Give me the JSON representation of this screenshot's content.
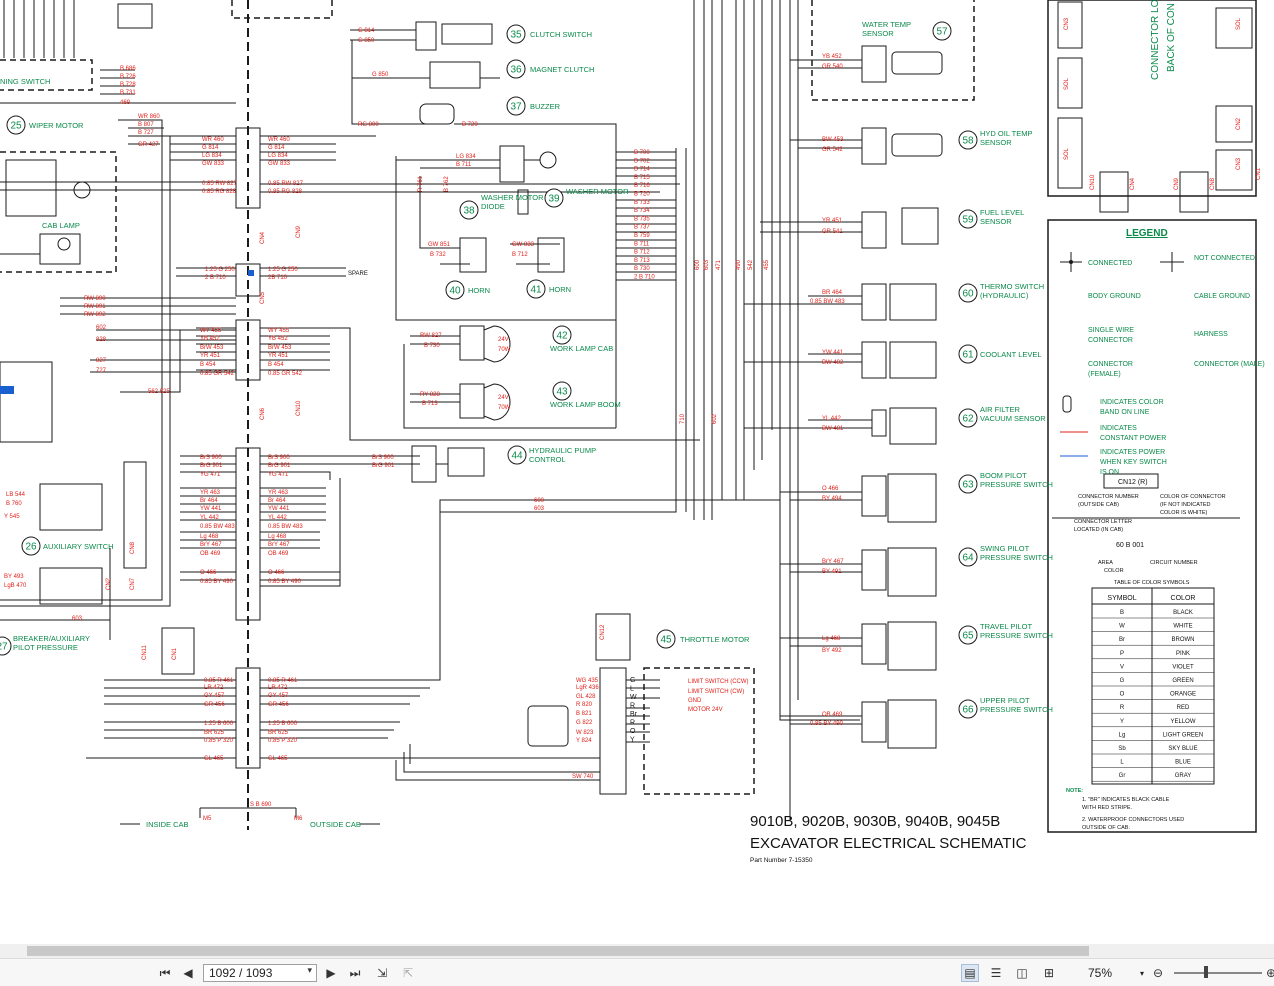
{
  "document": {
    "title_line1": "9010B, 9020B, 9030B, 9040B, 9045B",
    "title_line2": "EXCAVATOR ELECTRICAL SCHEMATIC",
    "part_number": "Part Number 7-15350",
    "inside_cab": "INSIDE CAB",
    "outside_cab": "OUTSIDE CAB",
    "connector_location": "CONNECTOR LO",
    "back_of_con": "BACK OF CON"
  },
  "components": [
    {
      "num": "35",
      "name": "CLUTCH SWITCH"
    },
    {
      "num": "36",
      "name": "MAGNET CLUTCH"
    },
    {
      "num": "37",
      "name": "BUZZER"
    },
    {
      "num": "25",
      "name": "WIPER MOTOR"
    },
    {
      "num": "38",
      "name": "WASHER MOTOR DIODE"
    },
    {
      "num": "39",
      "name": "WASHER MOTOR"
    },
    {
      "num": "40",
      "name": "HORN"
    },
    {
      "num": "41",
      "name": "HORN"
    },
    {
      "num": "42",
      "name": "WORK LAMP CAB"
    },
    {
      "num": "43",
      "name": "WORK LAMP BOOM"
    },
    {
      "num": "44",
      "name": "HYDRAULIC PUMP CONTROL"
    },
    {
      "num": "45",
      "name": "THROTTLE MOTOR"
    },
    {
      "num": "26",
      "name": "AUXILIARY SWITCH"
    },
    {
      "num": "27",
      "name": "BREAKER/AUXILIARY PILOT PRESSURE"
    },
    {
      "num": "57",
      "name": "WATER TEMP SENSOR"
    },
    {
      "num": "58",
      "name": "HYD OIL TEMP SENSOR"
    },
    {
      "num": "59",
      "name": "FUEL LEVEL SENSOR"
    },
    {
      "num": "60",
      "name": "THERMO SWITCH (HYDRAULIC)"
    },
    {
      "num": "61",
      "name": "COOLANT LEVEL"
    },
    {
      "num": "62",
      "name": "AIR FILTER VACUUM SENSOR"
    },
    {
      "num": "63",
      "name": "BOOM PILOT PRESSURE SWITCH"
    },
    {
      "num": "64",
      "name": "SWING PILOT PRESSURE SWITCH"
    },
    {
      "num": "65",
      "name": "TRAVEL PILOT PRESSURE SWITCH"
    },
    {
      "num": "66",
      "name": "UPPER PILOT PRESSURE SWITCH"
    }
  ],
  "misc_labels": {
    "cab_lamp": "CAB LAMP",
    "spare": "SPARE",
    "ning_switch": "NING SWITCH",
    "limit_ccw": "LIMIT SWITCH (CCW)",
    "limit_cw": "LIMIT SWITCH (CW)",
    "gnd": "GND",
    "motor24": "MOTOR 24V",
    "lamp_24v": "24V",
    "lamp_70w": "70W"
  },
  "legend": {
    "title": "LEGEND",
    "items": [
      {
        "label": "CONNECTED"
      },
      {
        "label": "NOT CONNECTED"
      },
      {
        "label": "BODY GROUND"
      },
      {
        "label": "CABLE GROUND"
      },
      {
        "label": "SINGLE WIRE CONNECTOR"
      },
      {
        "label": "HARNESS"
      },
      {
        "label": "CONNECTOR (FEMALE)"
      },
      {
        "label": "CONNECTOR (MALE)"
      },
      {
        "label": "INDICATES COLOR BAND ON LINE"
      },
      {
        "label": "INDICATES CONSTANT POWER"
      },
      {
        "label": "INDICATES POWER WHEN KEY SWITCH IS ON"
      }
    ],
    "connector_example": "CN12 (R)",
    "connector_number_note": "CONNECTOR NUMBER (OUTSIDE CAB)",
    "connector_letter_note": "CONNECTOR LETTER LOCATED (IN CAB)",
    "color_note": "COLOR OF CONNECTOR (IF NOT INDICATED COLOR IS WHITE)",
    "wire_example": "60 B 001",
    "area": "AREA",
    "color": "COLOR",
    "circuit_number": "CIRCUIT NUMBER",
    "table_title": "TABLE OF COLOR SYMBOLS",
    "col_symbol": "SYMBOL",
    "col_color": "COLOR",
    "colors": [
      {
        "sym": "B",
        "color": "BLACK"
      },
      {
        "sym": "W",
        "color": "WHITE"
      },
      {
        "sym": "Br",
        "color": "BROWN"
      },
      {
        "sym": "P",
        "color": "PINK"
      },
      {
        "sym": "V",
        "color": "VIOLET"
      },
      {
        "sym": "G",
        "color": "GREEN"
      },
      {
        "sym": "O",
        "color": "ORANGE"
      },
      {
        "sym": "R",
        "color": "RED"
      },
      {
        "sym": "Y",
        "color": "YELLOW"
      },
      {
        "sym": "Lg",
        "color": "LIGHT GREEN"
      },
      {
        "sym": "Sb",
        "color": "SKY BLUE"
      },
      {
        "sym": "L",
        "color": "BLUE"
      },
      {
        "sym": "Gr",
        "color": "GRAY"
      }
    ],
    "note_title": "NOTE:",
    "note1": "1. \"BR\" INDICATES BLACK CABLE WITH RED STRIPE.",
    "note2": "2. WATERPROOF CONNECTORS USED OUTSIDE OF CAB."
  },
  "wires": {
    "top": [
      "G 814",
      "G 850",
      "G 850",
      "RG 800",
      "B 720"
    ],
    "left": [
      "B 686",
      "B 726",
      "B 728",
      "B 731",
      "469",
      "WR 860",
      "B 807",
      "B 727",
      "GR 427"
    ],
    "conn1": [
      "WR 460",
      "G 814",
      "LG 834",
      "GW 833",
      "0.85 RW 827",
      "0.85 RG 828"
    ],
    "conn1r": [
      "WR 460",
      "G 814",
      "LG 834",
      "GW 833",
      "0.85 RW 827",
      "0.85 RG 828"
    ],
    "spare": [
      "1.25 G 250",
      "2 B 710",
      "1.25 G 250",
      "2B 710"
    ],
    "rw": [
      "RW 890",
      "RW 891",
      "RW 892",
      "602",
      "828",
      "827",
      "727"
    ],
    "conn2": [
      "WY 455",
      "YB 452",
      "BrW 453",
      "YR 451",
      "B 454",
      "0.85 GR 542"
    ],
    "conn2r": [
      "WY 455",
      "YB 452",
      "BrW 453",
      "YR 451",
      "B 454",
      "0.85 GR 542"
    ],
    "s562": "562  625",
    "conn3": [
      "BrS 900",
      "BrG 901",
      "YG 471",
      "",
      "YR 463",
      "Br 464",
      "YW 441",
      "YL 442",
      "0.85 BW 483",
      "Lg 468",
      "BrY 467",
      "OB 469",
      "",
      "O 466",
      "0.85 BY 490"
    ],
    "conn3r": [
      "BrS 900",
      "BrG 901",
      "YG 471",
      "",
      "YR 463",
      "Br 464",
      "YW 441",
      "YL 442",
      "0.85 BW 483",
      "Lg 468",
      "BrY 467",
      "OB 469",
      "",
      "O 466",
      "0.85 BY 490"
    ],
    "hyd": [
      "BrS 900",
      "BrG 901"
    ],
    "six": [
      "600",
      "603"
    ],
    "conn4": [
      "0.85 R 461",
      "LR 472",
      "GY 457",
      "GR 456",
      "",
      "1.25 B 600",
      "BR 625",
      "0.85 P 320",
      "",
      "GL 465"
    ],
    "conn4r": [
      "0.85 R 461",
      "LR 472",
      "GY 457",
      "GR 456",
      "",
      "1.25 B 600",
      "BR 625",
      "0.85 P 320",
      "",
      "GL 465"
    ],
    "throttle": [
      "WG 435",
      "LgR 436",
      "GL 428",
      "R 820",
      "B 821",
      "G 822",
      "W 823",
      "Y 824"
    ],
    "throttle_pins": [
      "G",
      "L",
      "W",
      "R",
      "Br",
      "R",
      "O",
      "Y",
      "",
      ""
    ],
    "sw": "SW 740",
    "sb": "S B 690",
    "lw": [
      "LB 544",
      "B 760",
      "Y 545",
      "BY 493",
      "LgB 470",
      "603"
    ],
    "bus": [
      "B 700",
      "B 702",
      "B 714",
      "B 715",
      "B 716",
      "B 720",
      "B 733",
      "B 734",
      "B 735",
      "B 737",
      "B 759",
      "B 711",
      "B 712",
      "B 713",
      "B 730",
      "2 B 710"
    ],
    "washer": [
      "LG 834",
      "B 711",
      "R 761",
      "B 762"
    ],
    "horn": [
      "GW 851",
      "B 732",
      "GW 833",
      "B 712"
    ],
    "lamp": [
      "RW 827",
      "B 730",
      "RY 828",
      "B 713"
    ],
    "right": [
      "YB 452",
      "GR 540",
      "BW 453",
      "GR 542",
      "YR 451",
      "GR 541",
      "BR 464",
      "0.85 BW 483",
      "YW 441",
      "BW 482",
      "YL 442",
      "BW 481",
      "O 466",
      "BY 494",
      "BrY 467",
      "BY 491",
      "Lg 468",
      "BY 492",
      "OB 469",
      "0.85 BY 490"
    ],
    "vert": [
      "542",
      "455",
      "490",
      "471",
      "600",
      "603",
      "602",
      "710"
    ],
    "ground": [
      "M5",
      "M6"
    ],
    "connectors": [
      "CN4",
      "CN5",
      "CN6",
      "CN7",
      "CN8",
      "CN9",
      "CN10",
      "CN11",
      "CN12",
      "CN1",
      "CN2",
      "CN3",
      "SOL",
      "SOL",
      "SOL",
      "CN2",
      "CN3",
      "CN4",
      "CN10",
      "CN9",
      "CN8",
      "CN1"
    ]
  },
  "toolbar": {
    "page_value": "1092 / 1093",
    "zoom_value": "75%"
  },
  "colors": {
    "wire_black": "#1a1a1a",
    "wire_red": "#e0201a",
    "label_green": "#0a8a4a",
    "toolbar_bg": "#f7f7f7"
  }
}
